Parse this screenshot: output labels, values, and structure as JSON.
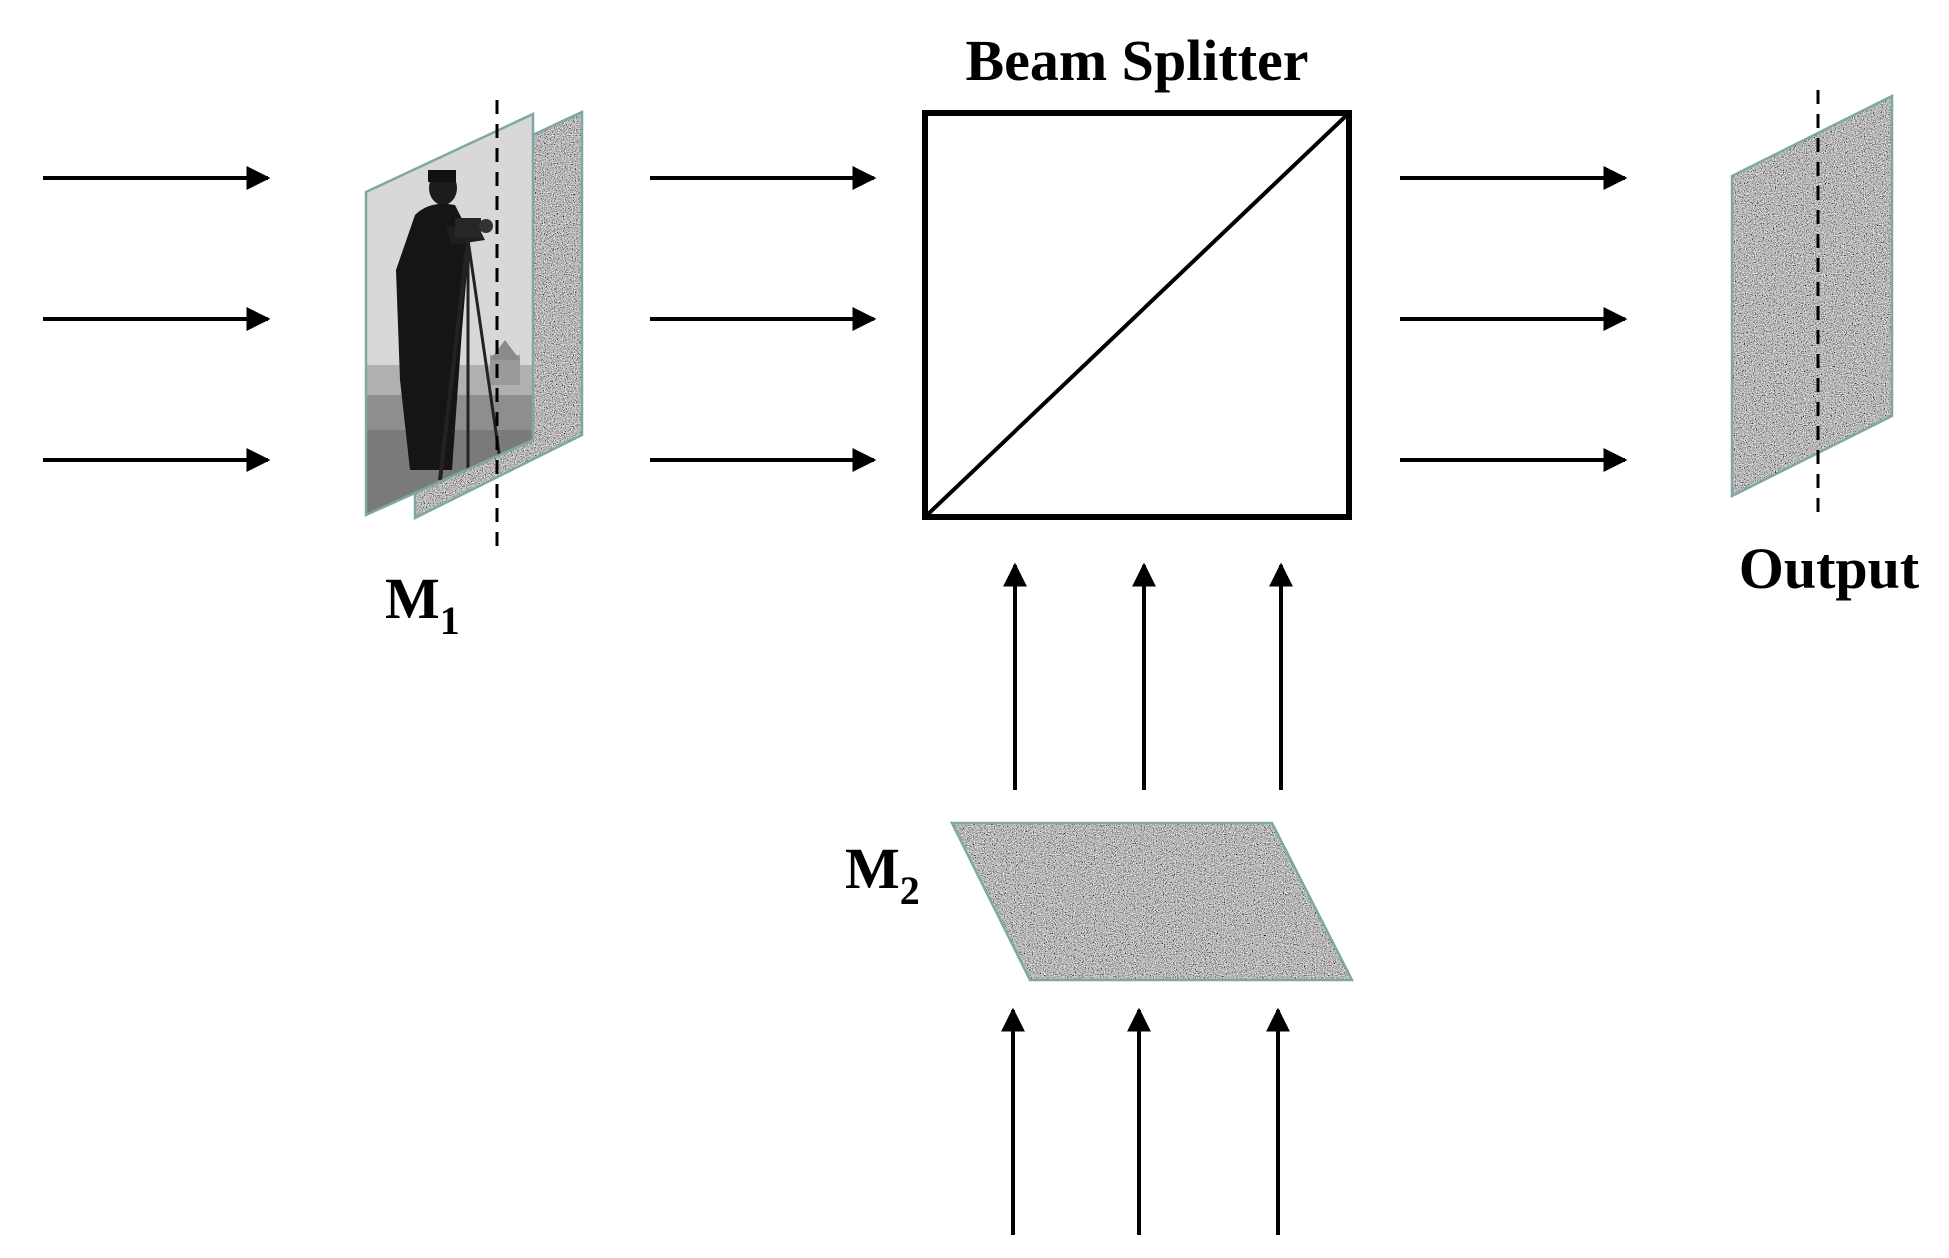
{
  "labels": {
    "beam_splitter": "Beam Splitter",
    "output": "Output",
    "m1_base": "M",
    "m1_sub": "1",
    "m2_base": "M",
    "m2_sub": "2"
  },
  "colors": {
    "ink": "#000000",
    "plate_edge": "#7fa7a6",
    "noise_dark": "#1a1a1a",
    "noise_light": "#d9d9d9"
  },
  "components": [
    {
      "name": "mask M1",
      "content": "cameraman photograph with random phase mask"
    },
    {
      "name": "mask M2",
      "content": "random phase mask"
    },
    {
      "name": "beam splitter",
      "content": "cube with diagonal"
    },
    {
      "name": "output plane",
      "content": "random intensity pattern"
    }
  ]
}
